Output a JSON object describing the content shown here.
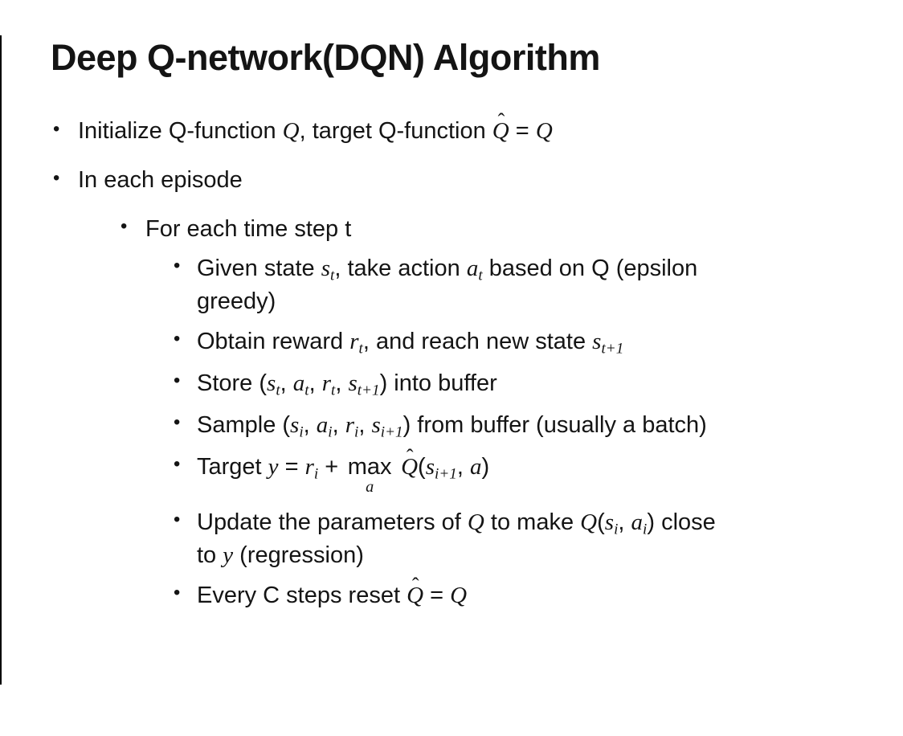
{
  "colors": {
    "background": "#ffffff",
    "text": "#141414",
    "edge_line": "#000000"
  },
  "slide": {
    "title": "Deep Q-network(DQN) Algorithm",
    "bullet_char": "•",
    "hat_mark": "ˆ",
    "bullets": [
      {
        "level": 1,
        "runs": [
          {
            "t": "Initialize Q-function "
          },
          {
            "t": "Q",
            "m": true
          },
          {
            "t": ", target Q-function "
          },
          {
            "t": "Q",
            "m": true,
            "hat": true
          },
          {
            "t": " = "
          },
          {
            "t": "Q",
            "m": true
          }
        ]
      },
      {
        "level": 1,
        "runs": [
          {
            "t": "In each episode"
          }
        ]
      },
      {
        "level": 2,
        "runs": [
          {
            "t": "For each time step t"
          }
        ]
      },
      {
        "level": 3,
        "runs": [
          {
            "t": "Given state "
          },
          {
            "t": "s",
            "m": true
          },
          {
            "t": "t",
            "m": true,
            "sub": true
          },
          {
            "t": ", take action "
          },
          {
            "t": "a",
            "m": true
          },
          {
            "t": "t",
            "m": true,
            "sub": true
          },
          {
            "t": " based on Q (epsilon"
          },
          {
            "br": true
          },
          {
            "t": "greedy)"
          }
        ]
      },
      {
        "level": 3,
        "runs": [
          {
            "t": "Obtain reward "
          },
          {
            "t": "r",
            "m": true
          },
          {
            "t": "t",
            "m": true,
            "sub": true
          },
          {
            "t": ", and reach new state "
          },
          {
            "t": "s",
            "m": true
          },
          {
            "t": "t+1",
            "m": true,
            "sub": true
          }
        ]
      },
      {
        "level": 3,
        "runs": [
          {
            "t": "Store ("
          },
          {
            "t": "s",
            "m": true
          },
          {
            "t": "t",
            "m": true,
            "sub": true
          },
          {
            "t": ", "
          },
          {
            "t": "a",
            "m": true
          },
          {
            "t": "t",
            "m": true,
            "sub": true
          },
          {
            "t": ", "
          },
          {
            "t": "r",
            "m": true
          },
          {
            "t": "t",
            "m": true,
            "sub": true
          },
          {
            "t": ", "
          },
          {
            "t": "s",
            "m": true
          },
          {
            "t": "t+1",
            "m": true,
            "sub": true
          },
          {
            "t": ") into buffer"
          }
        ]
      },
      {
        "level": 3,
        "runs": [
          {
            "t": "Sample ("
          },
          {
            "t": "s",
            "m": true
          },
          {
            "t": "i",
            "m": true,
            "sub": true
          },
          {
            "t": ", "
          },
          {
            "t": "a",
            "m": true
          },
          {
            "t": "i",
            "m": true,
            "sub": true
          },
          {
            "t": ", "
          },
          {
            "t": "r",
            "m": true
          },
          {
            "t": "i",
            "m": true,
            "sub": true
          },
          {
            "t": ", "
          },
          {
            "t": "s",
            "m": true
          },
          {
            "t": "i+1",
            "m": true,
            "sub": true
          },
          {
            "t": ") from buffer (usually a batch)"
          }
        ]
      },
      {
        "level": 3,
        "runs": [
          {
            "t": "Target "
          },
          {
            "t": "y",
            "m": true
          },
          {
            "t": " = "
          },
          {
            "t": "r",
            "m": true
          },
          {
            "t": "i",
            "m": true,
            "sub": true
          },
          {
            "t": " + "
          },
          {
            "munder": {
              "top": "max",
              "bottom": "a"
            }
          },
          {
            "t": " "
          },
          {
            "t": "Q",
            "m": true,
            "hat": true
          },
          {
            "t": "("
          },
          {
            "t": "s",
            "m": true
          },
          {
            "t": "i+1",
            "m": true,
            "sub": true
          },
          {
            "t": ", "
          },
          {
            "t": "a",
            "m": true
          },
          {
            "t": ")"
          }
        ]
      },
      {
        "level": 3,
        "runs": [
          {
            "t": "Update the parameters of "
          },
          {
            "t": "Q",
            "m": true
          },
          {
            "t": " to make "
          },
          {
            "t": "Q",
            "m": true
          },
          {
            "t": "("
          },
          {
            "t": "s",
            "m": true
          },
          {
            "t": "i",
            "m": true,
            "sub": true
          },
          {
            "t": ", "
          },
          {
            "t": "a",
            "m": true
          },
          {
            "t": "i",
            "m": true,
            "sub": true
          },
          {
            "t": ") close"
          },
          {
            "br": true
          },
          {
            "t": "to "
          },
          {
            "t": "y",
            "m": true
          },
          {
            "t": " (regression)"
          }
        ]
      },
      {
        "level": 3,
        "runs": [
          {
            "t": "Every C steps reset "
          },
          {
            "t": "Q",
            "m": true,
            "hat": true
          },
          {
            "t": " = "
          },
          {
            "t": "Q",
            "m": true
          }
        ]
      }
    ]
  }
}
